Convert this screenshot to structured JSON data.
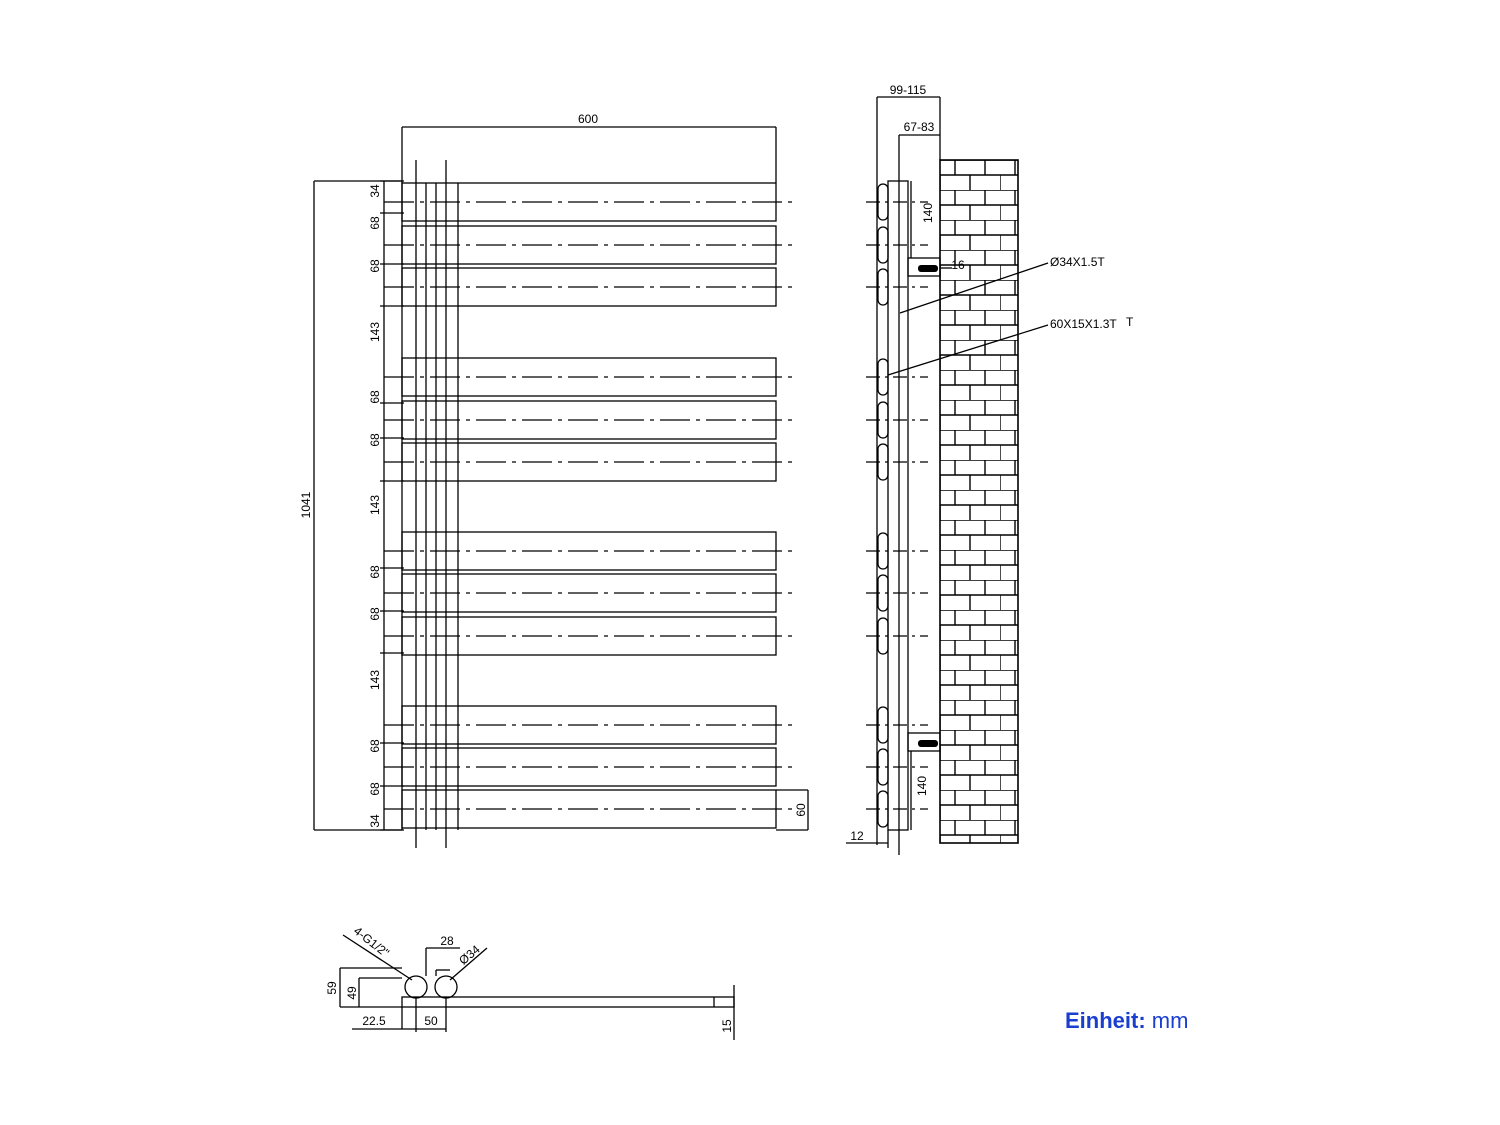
{
  "unit": {
    "label": "Einheit:",
    "value": "mm"
  },
  "front": {
    "width": "600",
    "height": "1041",
    "spacings": [
      "34",
      "68",
      "68",
      "143",
      "68",
      "68",
      "143",
      "68",
      "68",
      "143",
      "68",
      "68",
      "34"
    ],
    "bar_depth": "60"
  },
  "side": {
    "depth_total": "99-115",
    "depth_wall": "67-83",
    "bracket_top": "140",
    "bracket_bottom": "140",
    "bracket_offset": "16",
    "bottom_offset": "12",
    "tube_label": "Ø34X1.5T",
    "bar_label": "60X15X1.3T",
    "bar_label_suffix": "T"
  },
  "bottom": {
    "thread": "4-G1/2\"",
    "pipe_gap": "28",
    "pipe_dia": "Ø34",
    "h59": "59",
    "h49": "49",
    "off_22": "22.5",
    "spacing_50": "50",
    "thickness_15": "15"
  },
  "colors": {
    "line": "#000000",
    "unit_text": "#1a3fd0"
  }
}
